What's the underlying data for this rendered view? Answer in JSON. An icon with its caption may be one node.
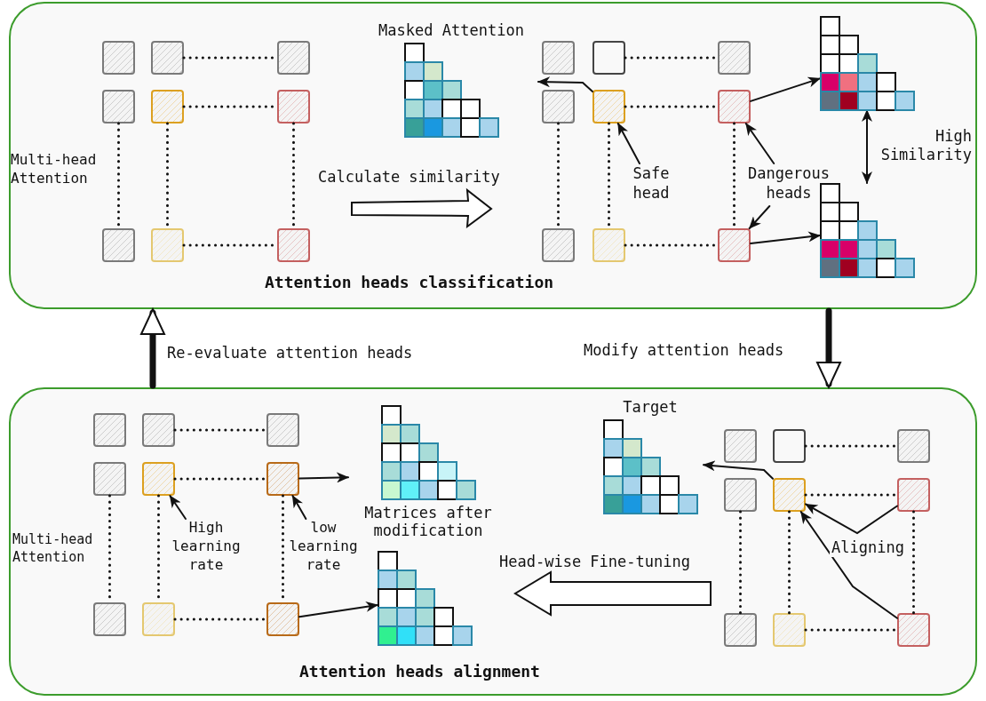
{
  "diagram": {
    "nodes": [
      {
        "text": [
          "Attention heads classification"
        ]
      },
      {
        "text": [],
        "shape": "box",
        "in": 0
      },
      {
        "text": [],
        "shape": "box",
        "in": 0
      },
      {
        "text": [],
        "shape": "box",
        "in": 0
      },
      {
        "text": [],
        "shape": "box",
        "in": 0
      },
      {
        "text": [],
        "shape": "box",
        "in": 0
      },
      {
        "text": [],
        "shape": "box",
        "in": 0
      },
      {
        "text": [],
        "shape": "box",
        "in": 0
      },
      {
        "text": [],
        "shape": "box",
        "in": 0
      },
      {
        "text": [],
        "shape": "box",
        "in": 0
      },
      {
        "text": [
          "Masked Attention"
        ],
        "in": 0
      },
      {
        "text": [],
        "shape": "box",
        "in": 0
      },
      {
        "text": [],
        "shape": "box",
        "in": 0
      },
      {
        "text": [],
        "shape": "box",
        "in": 0
      },
      {
        "text": [],
        "shape": "box",
        "in": 0
      },
      {
        "text": [],
        "shape": "box",
        "in": 0
      },
      {
        "text": [],
        "shape": "box",
        "in": 0
      },
      {
        "text": [],
        "shape": "box",
        "in": 0
      },
      {
        "text": [],
        "shape": "box",
        "in": 0
      },
      {
        "text": [],
        "shape": "box",
        "in": 0
      },
      {
        "text": [
          "Safe head"
        ],
        "in": 0
      },
      {
        "text": [
          "Dangerous heads"
        ],
        "in": 0
      },
      {
        "text": [],
        "shape": "grid",
        "in": 0
      },
      {
        "text": [],
        "shape": "grid",
        "in": 0
      },
      {
        "text": [
          "Attention heads alignment"
        ]
      },
      {
        "text": [],
        "shape": "box",
        "in": 24
      },
      {
        "text": [],
        "shape": "box",
        "in": 24
      },
      {
        "text": [],
        "shape": "box",
        "in": 24
      },
      {
        "text": [],
        "shape": "box",
        "in": 24
      },
      {
        "text": [],
        "shape": "box",
        "in": 24
      },
      {
        "text": [],
        "shape": "box",
        "in": 24
      },
      {
        "text": [],
        "shape": "box",
        "in": 24
      },
      {
        "text": [],
        "shape": "box",
        "in": 24
      },
      {
        "text": [],
        "shape": "box",
        "in": 24
      },
      {
        "text": [
          "High learning rate"
        ],
        "in": 24
      },
      {
        "text": [
          "low learning rate"
        ],
        "in": 24
      },
      {
        "text": [
          "Matrices after modification"
        ],
        "in": 24
      },
      {
        "text": [],
        "shape": "grid",
        "in": 24
      },
      {
        "text": [
          "Target"
        ],
        "in": 24
      },
      {
        "text": [],
        "shape": "box",
        "in": 24
      },
      {
        "text": [],
        "shape": "box",
        "in": 24
      },
      {
        "text": [],
        "shape": "box",
        "in": 24
      },
      {
        "text": [],
        "shape": "box",
        "in": 24
      },
      {
        "text": [],
        "shape": "box",
        "in": 24
      },
      {
        "text": [],
        "shape": "box",
        "in": 24
      },
      {
        "text": [],
        "shape": "box",
        "in": 24
      },
      {
        "text": [],
        "shape": "box",
        "in": 24
      },
      {
        "text": [],
        "shape": "box",
        "in": 24
      }
    ],
    "edges": [
      {
        "from": 15,
        "to": 10,
        "arrow": "to"
      },
      {
        "from": 20,
        "to": 15,
        "arrow": "to"
      },
      {
        "from": 21,
        "to": 16,
        "arrow": "to"
      },
      {
        "from": 21,
        "to": 19,
        "arrow": "to"
      },
      {
        "from": 16,
        "to": 22,
        "arrow": "to"
      },
      {
        "from": 19,
        "to": 23,
        "arrow": "to"
      },
      {
        "from": 22,
        "to": 23,
        "arrow": "both",
        "label": "High Similarity"
      },
      {
        "from": 0,
        "to": 24,
        "arrow": "to",
        "style": "thick",
        "label": "Modify attention heads"
      },
      {
        "from": 24,
        "to": 0,
        "arrow": "to",
        "style": "thick",
        "label": "Re-evaluate attention heads"
      },
      {
        "from": 30,
        "to": 36,
        "arrow": "to"
      },
      {
        "from": 33,
        "to": 37,
        "arrow": "to"
      },
      {
        "from": 34,
        "to": 29,
        "arrow": "to"
      },
      {
        "from": 35,
        "to": 30,
        "arrow": "to"
      },
      {
        "from": 43,
        "to": 38,
        "arrow": "to"
      },
      {
        "from": 44,
        "to": 43,
        "arrow": "to",
        "label": "Aligning"
      },
      {
        "from": 47,
        "to": 43,
        "arrow": "to"
      },
      {
        "from": 2,
        "to": 3,
        "arrow": "none",
        "style": "dashed"
      },
      {
        "from": 5,
        "to": 6,
        "arrow": "none",
        "style": "dashed"
      },
      {
        "from": 8,
        "to": 9,
        "arrow": "none",
        "style": "dashed"
      },
      {
        "from": 4,
        "to": 7,
        "arrow": "none",
        "style": "dashed"
      },
      {
        "from": 5,
        "to": 8,
        "arrow": "none",
        "style": "dashed"
      },
      {
        "from": 6,
        "to": 9,
        "arrow": "none",
        "style": "dashed"
      },
      {
        "from": 12,
        "to": 13,
        "arrow": "none",
        "style": "dashed"
      },
      {
        "from": 15,
        "to": 16,
        "arrow": "none",
        "style": "dashed"
      },
      {
        "from": 18,
        "to": 19,
        "arrow": "none",
        "style": "dashed"
      },
      {
        "from": 14,
        "to": 17,
        "arrow": "none",
        "style": "dashed"
      },
      {
        "from": 15,
        "to": 18,
        "arrow": "none",
        "style": "dashed"
      },
      {
        "from": 16,
        "to": 19,
        "arrow": "none",
        "style": "dashed"
      },
      {
        "from": 26,
        "to": 27,
        "arrow": "none",
        "style": "dashed"
      },
      {
        "from": 29,
        "to": 30,
        "arrow": "none",
        "style": "dashed"
      },
      {
        "from": 32,
        "to": 33,
        "arrow": "none",
        "style": "dashed"
      },
      {
        "from": 28,
        "to": 31,
        "arrow": "none",
        "style": "dashed"
      },
      {
        "from": 29,
        "to": 32,
        "arrow": "none",
        "style": "dashed"
      },
      {
        "from": 30,
        "to": 33,
        "arrow": "none",
        "style": "dashed"
      },
      {
        "from": 40,
        "to": 41,
        "arrow": "none",
        "style": "dashed"
      },
      {
        "from": 43,
        "to": 44,
        "arrow": "none",
        "style": "dashed"
      },
      {
        "from": 46,
        "to": 47,
        "arrow": "none",
        "style": "dashed"
      },
      {
        "from": 42,
        "to": 45,
        "arrow": "none",
        "style": "dashed"
      },
      {
        "from": 43,
        "to": 46,
        "arrow": "none",
        "style": "dashed"
      },
      {
        "from": 44,
        "to": 47,
        "arrow": "none",
        "style": "dashed"
      }
    ],
    "labels": [
      "Multi-head Attention",
      "Calculate similarity",
      "Multi-head Attention",
      "Head-wise Fine-tuning"
    ]
  }
}
